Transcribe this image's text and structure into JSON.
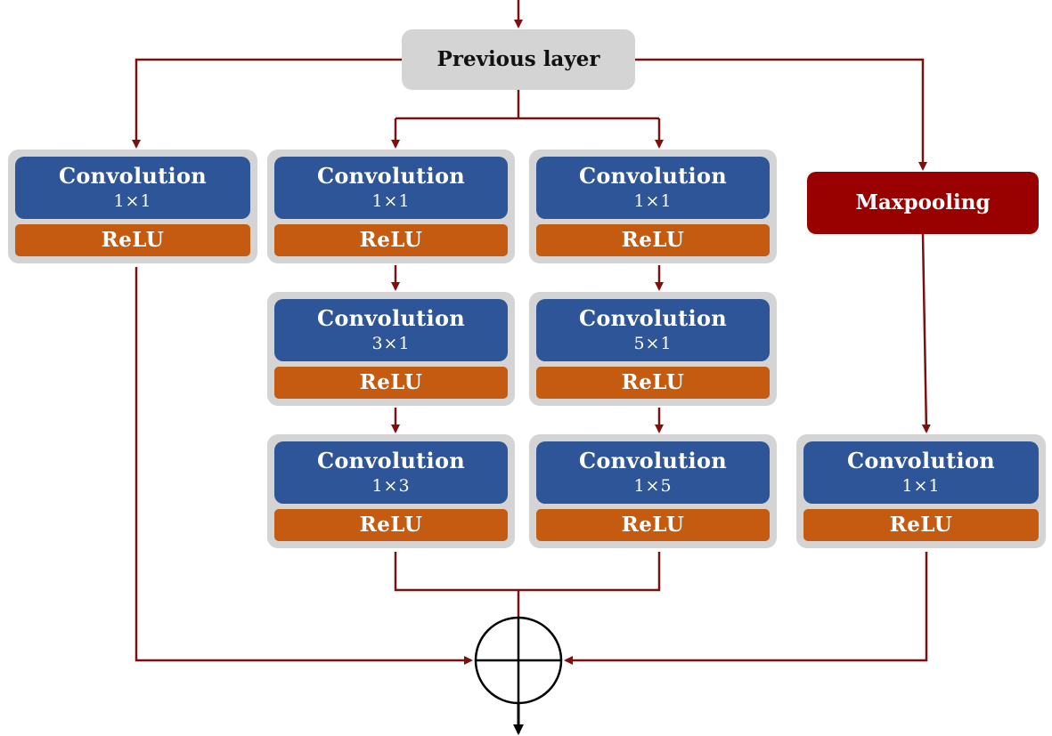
{
  "input_node": {
    "label": "Previous layer"
  },
  "branch_1": {
    "block_1": {
      "conv": "Convolution",
      "size": "1×1",
      "activation": "ReLU"
    }
  },
  "branch_2": {
    "block_1": {
      "conv": "Convolution",
      "size": "1×1",
      "activation": "ReLU"
    },
    "block_2": {
      "conv": "Convolution",
      "size": "3×1",
      "activation": "ReLU"
    },
    "block_3": {
      "conv": "Convolution",
      "size": "1×3",
      "activation": "ReLU"
    }
  },
  "branch_3": {
    "block_1": {
      "conv": "Convolution",
      "size": "1×1",
      "activation": "ReLU"
    },
    "block_2": {
      "conv": "Convolution",
      "size": "5×1",
      "activation": "ReLU"
    },
    "block_3": {
      "conv": "Convolution",
      "size": "1×5",
      "activation": "ReLU"
    }
  },
  "branch_4": {
    "pool": {
      "label": "Maxpooling"
    },
    "block_1": {
      "conv": "Convolution",
      "size": "1×1",
      "activation": "ReLU"
    }
  },
  "colors": {
    "conv_blue": "#2e5597",
    "relu_orange": "#c55a11",
    "maxpool_red": "#990000",
    "group_gray": "#d4d4d4",
    "arrow_darkred": "#7b1010"
  },
  "icons": {
    "merge": "circle-plus-icon"
  }
}
